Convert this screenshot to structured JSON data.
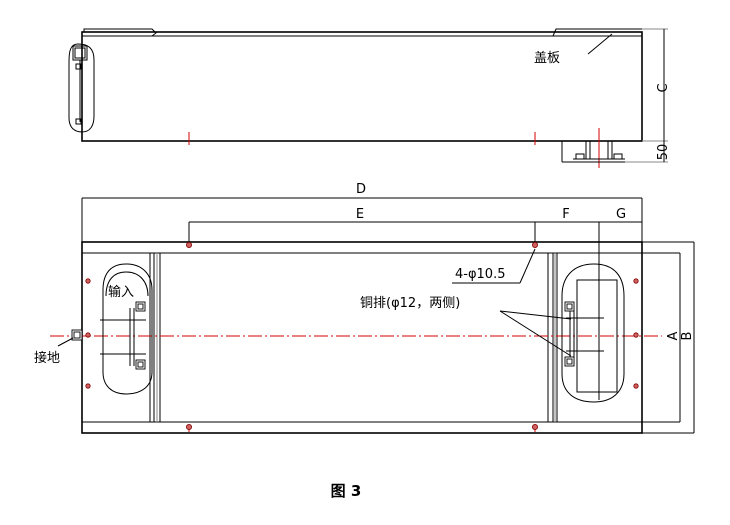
{
  "labels": {
    "cover_plate": "盖板",
    "dim_c": "C",
    "dim_50": "50",
    "dim_d": "D",
    "dim_e": "E",
    "dim_f": "F",
    "dim_g": "G",
    "holes": "4-φ10.5",
    "copper_bar": "铜排(φ12，两侧)",
    "input": "输入",
    "ground": "接地",
    "dim_a": "A",
    "dim_b": "B"
  },
  "caption": "图 3"
}
